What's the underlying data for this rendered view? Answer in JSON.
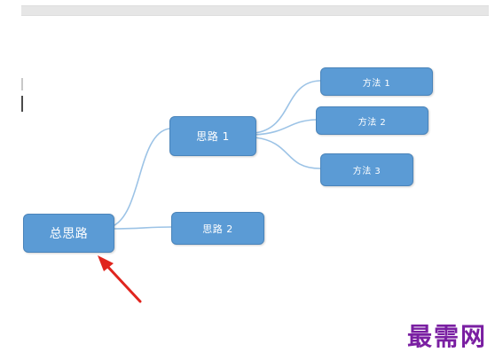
{
  "mindmap": {
    "root": {
      "label": "总思路"
    },
    "branch_1": {
      "label": "思路 1"
    },
    "branch_2": {
      "label": "思路 2"
    },
    "methods": [
      {
        "label": "方法 1"
      },
      {
        "label": "方法 2"
      },
      {
        "label": "方法 3"
      }
    ]
  },
  "watermark": {
    "text": "最需网"
  },
  "colors": {
    "node_fill": "#5b9bd5",
    "connector": "#9cc3e6",
    "arrow": "#e0251e",
    "watermark": "#7a1fa2"
  }
}
